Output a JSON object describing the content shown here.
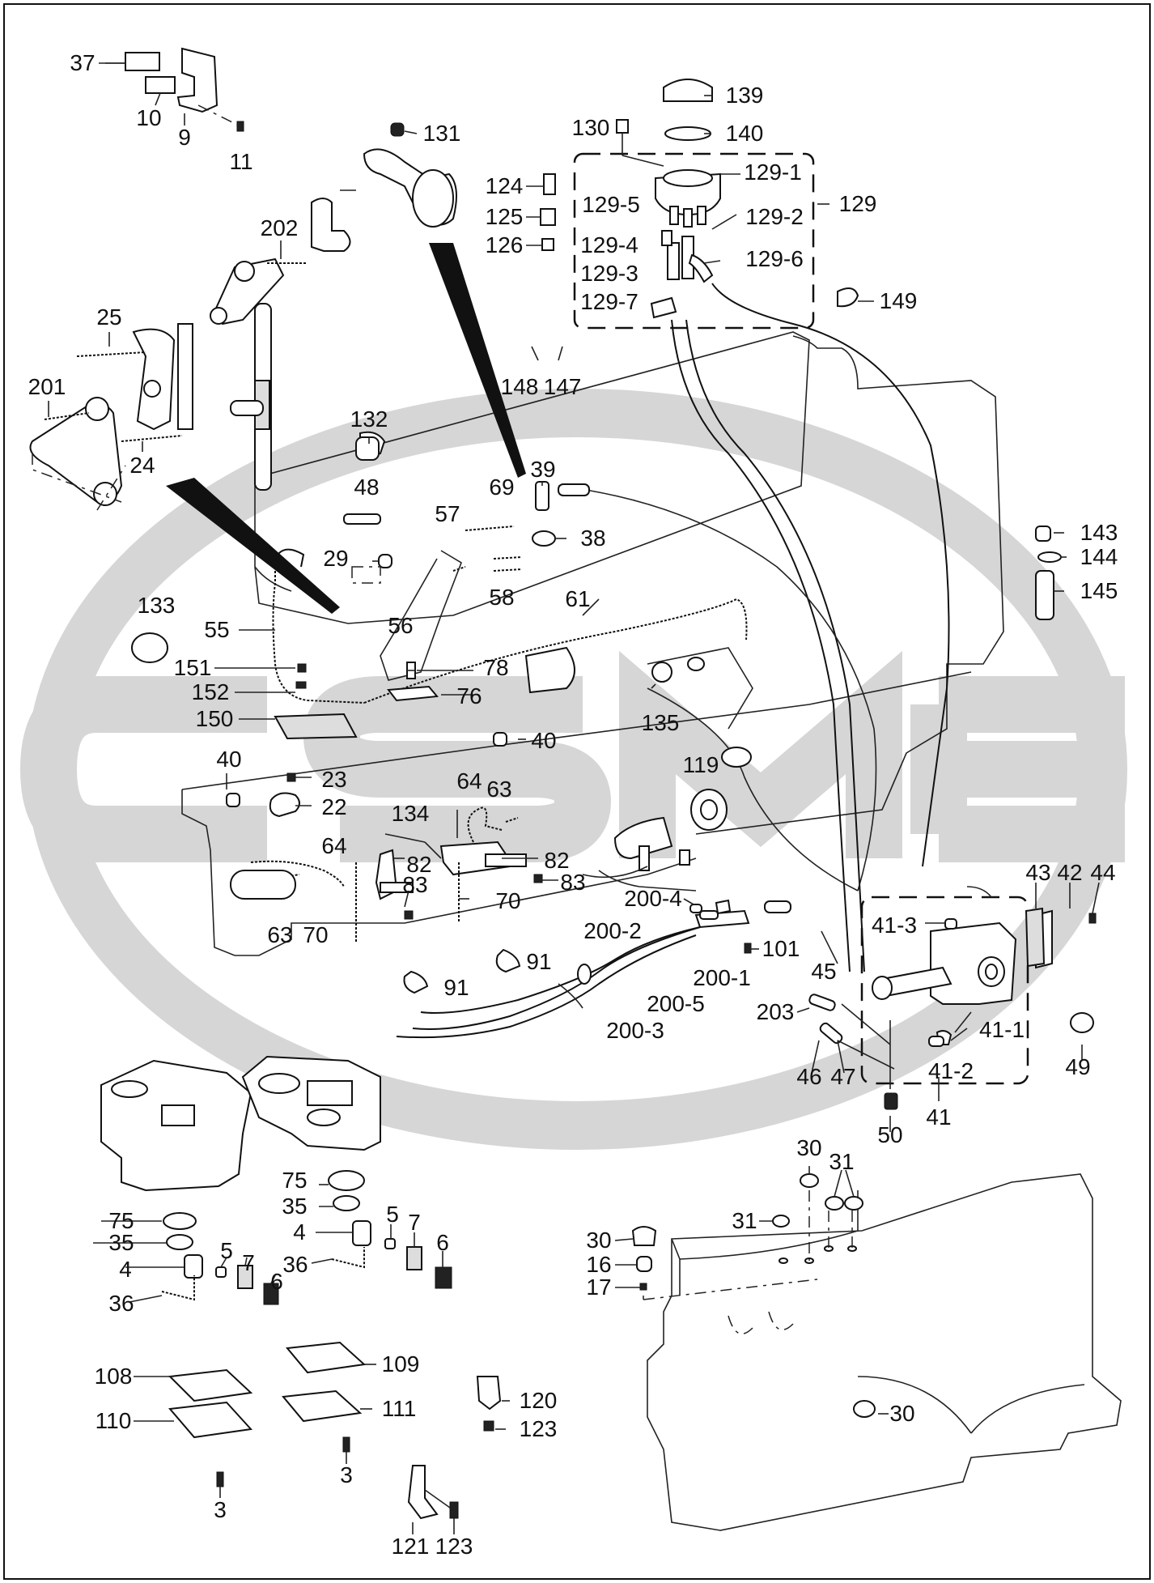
{
  "watermark": {
    "letters": "CSM",
    "color": "#d9d9d9"
  },
  "callouts": {
    "c37": "37",
    "c9": "9",
    "c10": "10",
    "c11": "11",
    "c131": "131",
    "c202": "202",
    "c25": "25",
    "c201": "201",
    "c24": "24",
    "c124": "124",
    "c125": "125",
    "c126": "126",
    "c130": "130",
    "c139": "139",
    "c140": "140",
    "c129_1": "129-1",
    "c129_2": "129-2",
    "c129_3": "129-3",
    "c129_4": "129-4",
    "c129_5": "129-5",
    "c129_6": "129-6",
    "c129_7": "129-7",
    "c129": "129",
    "c149": "149",
    "c148": "148",
    "c147": "147",
    "c132": "132",
    "c39": "39",
    "c48": "48",
    "c69": "69",
    "c57": "57",
    "c38": "38",
    "c58": "58",
    "c143": "143",
    "c144": "144",
    "c145": "145",
    "c29": "29",
    "c133": "133",
    "c55": "55",
    "c56": "56",
    "c61": "61",
    "c151": "151",
    "c78": "78",
    "c152": "152",
    "c76": "76",
    "c150": "150",
    "c135": "135",
    "c40a": "40",
    "c40b": "40",
    "c23": "23",
    "c22": "22",
    "c119": "119",
    "c64a": "64",
    "c63a": "63",
    "c134": "134",
    "c82a": "82",
    "c82b": "82",
    "c83a": "83",
    "c83b": "83",
    "c64b": "64",
    "c70a": "70",
    "c70b": "70",
    "c63b": "63",
    "c200_4": "200-4",
    "c200_2": "200-2",
    "c200_1": "200-1",
    "c200_5": "200-5",
    "c200_3": "200-3",
    "c101": "101",
    "c91a": "91",
    "c91b": "91",
    "c43": "43",
    "c42": "42",
    "c44": "44",
    "c41_3": "41-3",
    "c41_1": "41-1",
    "c41_2": "41-2",
    "c41": "41",
    "c45": "45",
    "c203": "203",
    "c46": "46",
    "c47": "47",
    "c49": "49",
    "c50": "50",
    "c75a": "75",
    "c35a": "35",
    "c5a": "5",
    "c7a": "7",
    "c6a": "6",
    "c4a": "4",
    "c36a": "36",
    "c75b": "75",
    "c35b": "35",
    "c4b": "4",
    "c5b": "5",
    "c7b": "7",
    "c6b": "6",
    "c36b": "36",
    "c30a": "30",
    "c31a": "31",
    "c31b": "31",
    "c30b": "30",
    "c16": "16",
    "c17": "17",
    "c30c": "30",
    "c109": "109",
    "c108": "108",
    "c110": "110",
    "c111": "111",
    "c3a": "3",
    "c3b": "3",
    "c120": "120",
    "c123a": "123",
    "c121": "121",
    "c123b": "123"
  }
}
